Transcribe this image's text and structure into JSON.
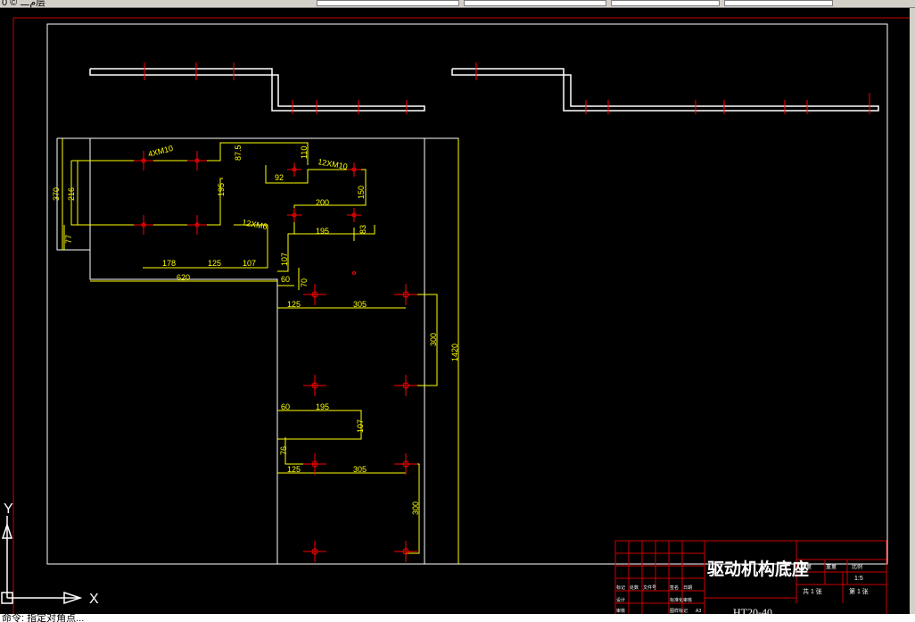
{
  "toolbar": {
    "layer_text": "0 © 二م层"
  },
  "drawing": {
    "dims_top": [
      "370",
      "216",
      "77",
      "4XM10",
      "87.5",
      "110",
      "92",
      "12XM10",
      "150",
      "195",
      "12XM6",
      "200",
      "195",
      "83",
      "107",
      "178",
      "125",
      "107",
      "620",
      "60",
      "70"
    ],
    "dims_main": [
      "125",
      "305",
      "300",
      "1420",
      "60",
      "195",
      "107",
      "76",
      "125",
      "305",
      "300"
    ],
    "axis_y": "Y",
    "axis_x": "X"
  },
  "title_block": {
    "title": "驱动机构底座",
    "material": "HT20-40",
    "scale": "1:5",
    "sheet_total": "共 1 张",
    "sheet_no": "第 1 张",
    "cell_weight": "重量",
    "cell_ratio": "比例",
    "cell_count": "数量",
    "row1": [
      "标记",
      "处数",
      "文件号",
      "签名",
      "日期"
    ],
    "row2": [
      "设计",
      "标准化",
      "审核"
    ],
    "row3": [
      "审核",
      "图样标记",
      "A3"
    ]
  },
  "command": {
    "text": "命令: 指定对角点..."
  },
  "colors": {
    "background": "#000000",
    "outline": "#ffffff",
    "dimension": "#ffff00",
    "center": "#ff0000",
    "frame": "#ff0000"
  }
}
